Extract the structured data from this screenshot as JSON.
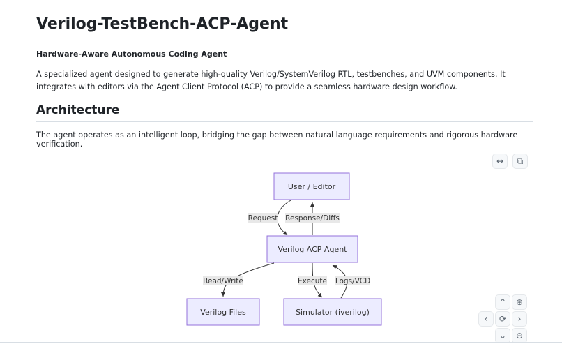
{
  "title": "Verilog-TestBench-ACP-Agent",
  "subtitle": "Hardware-Aware Autonomous Coding Agent",
  "intro": "A specialized agent designed to generate high-quality Verilog/SystemVerilog RTL, testbenches, and UVM components. It integrates with editors via the Agent Client Protocol (ACP) to provide a seamless hardware design workflow.",
  "architecture": {
    "heading": "Architecture",
    "text": "The agent operates as an intelligent loop, bridging the gap between natural language requirements and rigorous hardware verification."
  },
  "diagram": {
    "nodes": {
      "user": "User / Editor",
      "agent": "Verilog ACP Agent",
      "files": "Verilog Files",
      "sim": "Simulator (iverilog)"
    },
    "edges": {
      "request": "Request",
      "response": "Response/Diffs",
      "readwrite": "Read/Write",
      "execute": "Execute",
      "logs": "Logs/VCD"
    }
  },
  "controls": {
    "expand": "↔",
    "copy": "⧉",
    "up": "⌃",
    "down": "⌄",
    "left": "‹",
    "right": "›",
    "reset": "⟳",
    "zoom_in": "⊕",
    "zoom_out": "⊖"
  }
}
